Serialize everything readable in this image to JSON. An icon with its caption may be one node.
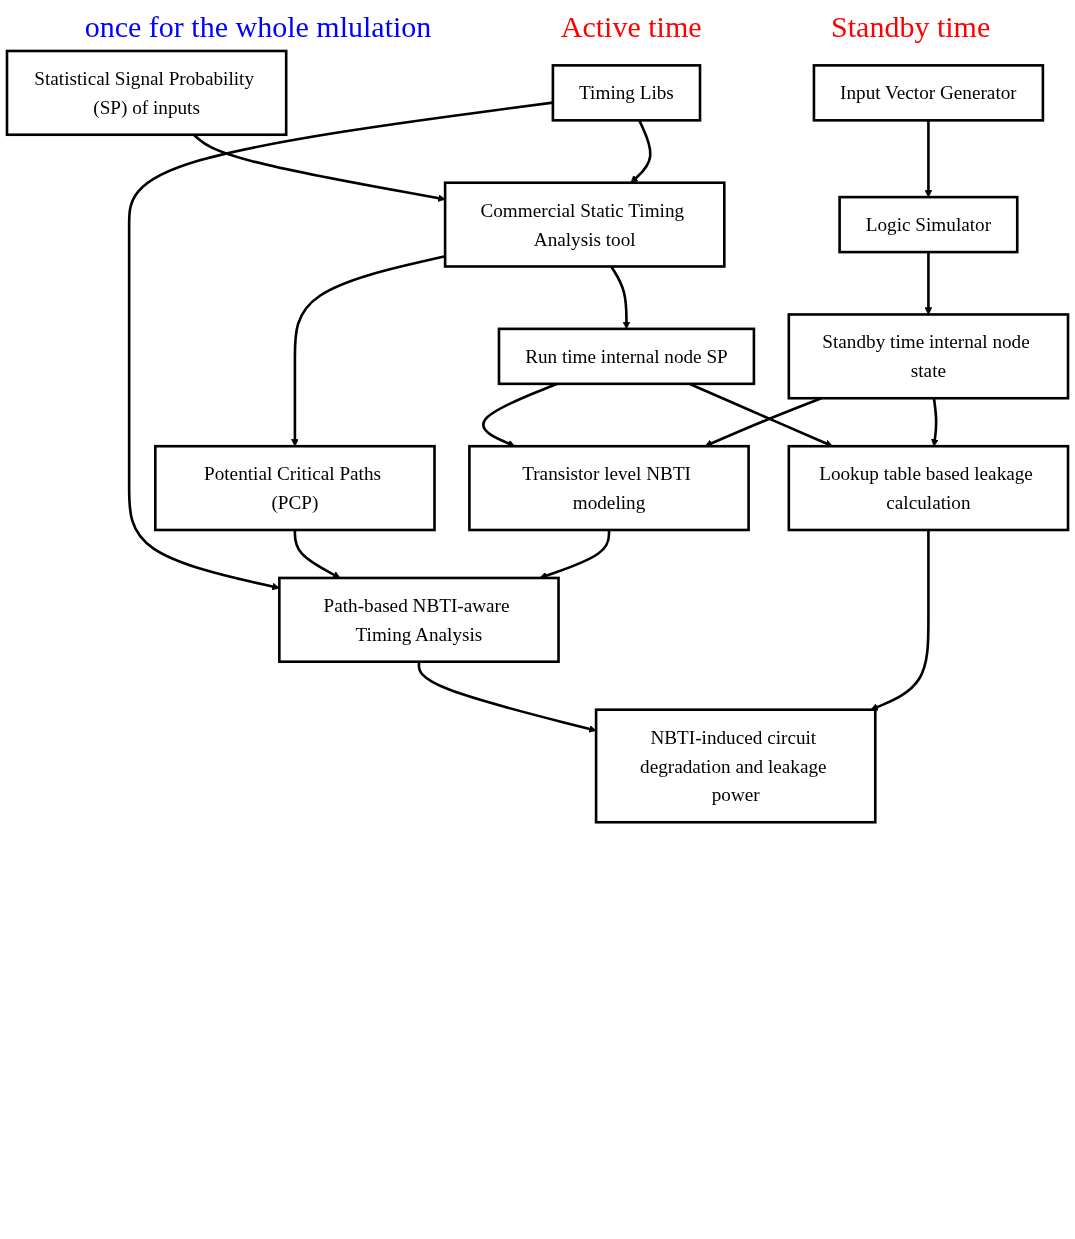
{
  "diagram": {
    "nodes": [
      {
        "text": [
          "Statistical Signal Probability (SP) of inputs"
        ]
      },
      {
        "text": [
          "Timing Libs"
        ]
      },
      {
        "text": [
          "Commercial Static Timing Analysis tool"
        ]
      },
      {
        "text": [
          "Input Vector Generator"
        ]
      },
      {
        "text": [
          "Logic Simulator"
        ]
      },
      {
        "text": [
          "Run time internal node SP"
        ]
      },
      {
        "text": [
          "Standby time internal node state"
        ]
      },
      {
        "text": [
          "Potential Critical Paths (PCP)"
        ]
      },
      {
        "text": [
          "Transistor level NBTI modeling"
        ]
      },
      {
        "text": [
          "Lookup table based leakage calculation"
        ]
      },
      {
        "text": [
          "Path-based NBTI-aware Timing Analysis"
        ]
      },
      {
        "text": [
          "NBTI-induced circuit degradation and leakage power"
        ]
      }
    ],
    "edges": [
      {
        "from": 0,
        "to": 2,
        "arrow": "to"
      },
      {
        "from": 1,
        "to": 2,
        "arrow": "to"
      },
      {
        "from": 3,
        "to": 4,
        "arrow": "to"
      },
      {
        "from": 2,
        "to": 5,
        "arrow": "to"
      },
      {
        "from": 2,
        "to": 7,
        "arrow": "to"
      },
      {
        "from": 4,
        "to": 6,
        "arrow": "to"
      },
      {
        "from": 5,
        "to": 8,
        "arrow": "to"
      },
      {
        "from": 5,
        "to": 9,
        "arrow": "to"
      },
      {
        "from": 6,
        "to": 8,
        "arrow": "to"
      },
      {
        "from": 6,
        "to": 9,
        "arrow": "to"
      },
      {
        "from": 1,
        "to": 10,
        "arrow": "to"
      },
      {
        "from": 7,
        "to": 10,
        "arrow": "to"
      },
      {
        "from": 8,
        "to": 10,
        "arrow": "to"
      },
      {
        "from": 10,
        "to": 11,
        "arrow": "to"
      },
      {
        "from": 9,
        "to": 11,
        "arrow": "to"
      }
    ],
    "labels": [
      "once for the whole mlulation",
      "Active time",
      "Standby time"
    ]
  }
}
